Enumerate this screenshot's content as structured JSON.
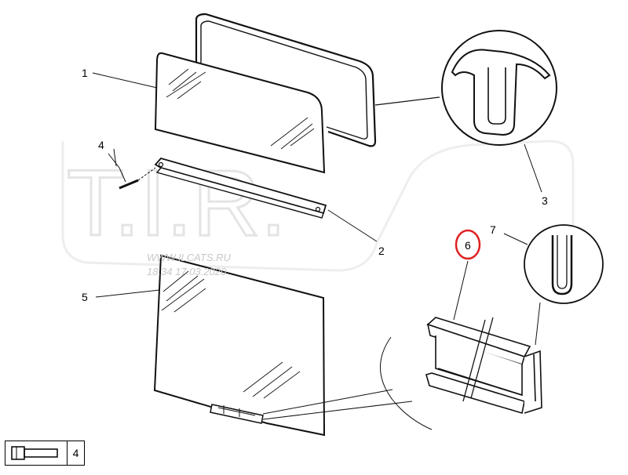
{
  "callouts": {
    "c1": "1",
    "c2": "2",
    "c3": "3",
    "c4": "4",
    "c5": "5",
    "c6": "6",
    "c7": "7"
  },
  "watermark": {
    "site": "WWW.ILCATS.RU",
    "stamp": "18.34 17.03.2020",
    "logo": "T.I.R."
  },
  "quantity_box": {
    "icon": "bolt-icon",
    "value": "4"
  },
  "highlight_color": "#e02020"
}
